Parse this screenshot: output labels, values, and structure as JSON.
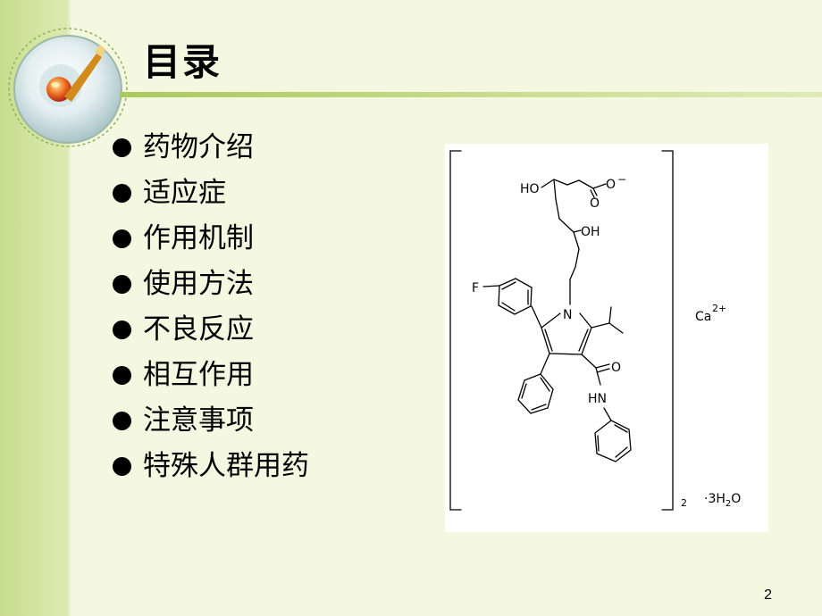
{
  "slide": {
    "title": "目录",
    "page_number": "2"
  },
  "toc": {
    "items": [
      "药物介绍",
      "适应症",
      "作用机制",
      "使用方法",
      "不良反应",
      "相互作用",
      "注意事项",
      "特殊人群用药"
    ]
  },
  "structure": {
    "label_ho_top": "HO",
    "label_o_minus": "O",
    "label_minus": "−",
    "label_o_carbonyl": "O",
    "label_oh": "OH",
    "label_f": "F",
    "label_n": "N",
    "label_o_amide": "O",
    "label_hn": "HN",
    "label_ca": "Ca",
    "label_ca_charge": "2+",
    "label_subscript": "2",
    "label_water_prefix": "·3H",
    "label_water_sub": "2",
    "label_water_suffix": "O"
  },
  "colors": {
    "background": "#f5f8e1",
    "left_band": "#c6dd8c",
    "rule": "#a9c95e"
  }
}
